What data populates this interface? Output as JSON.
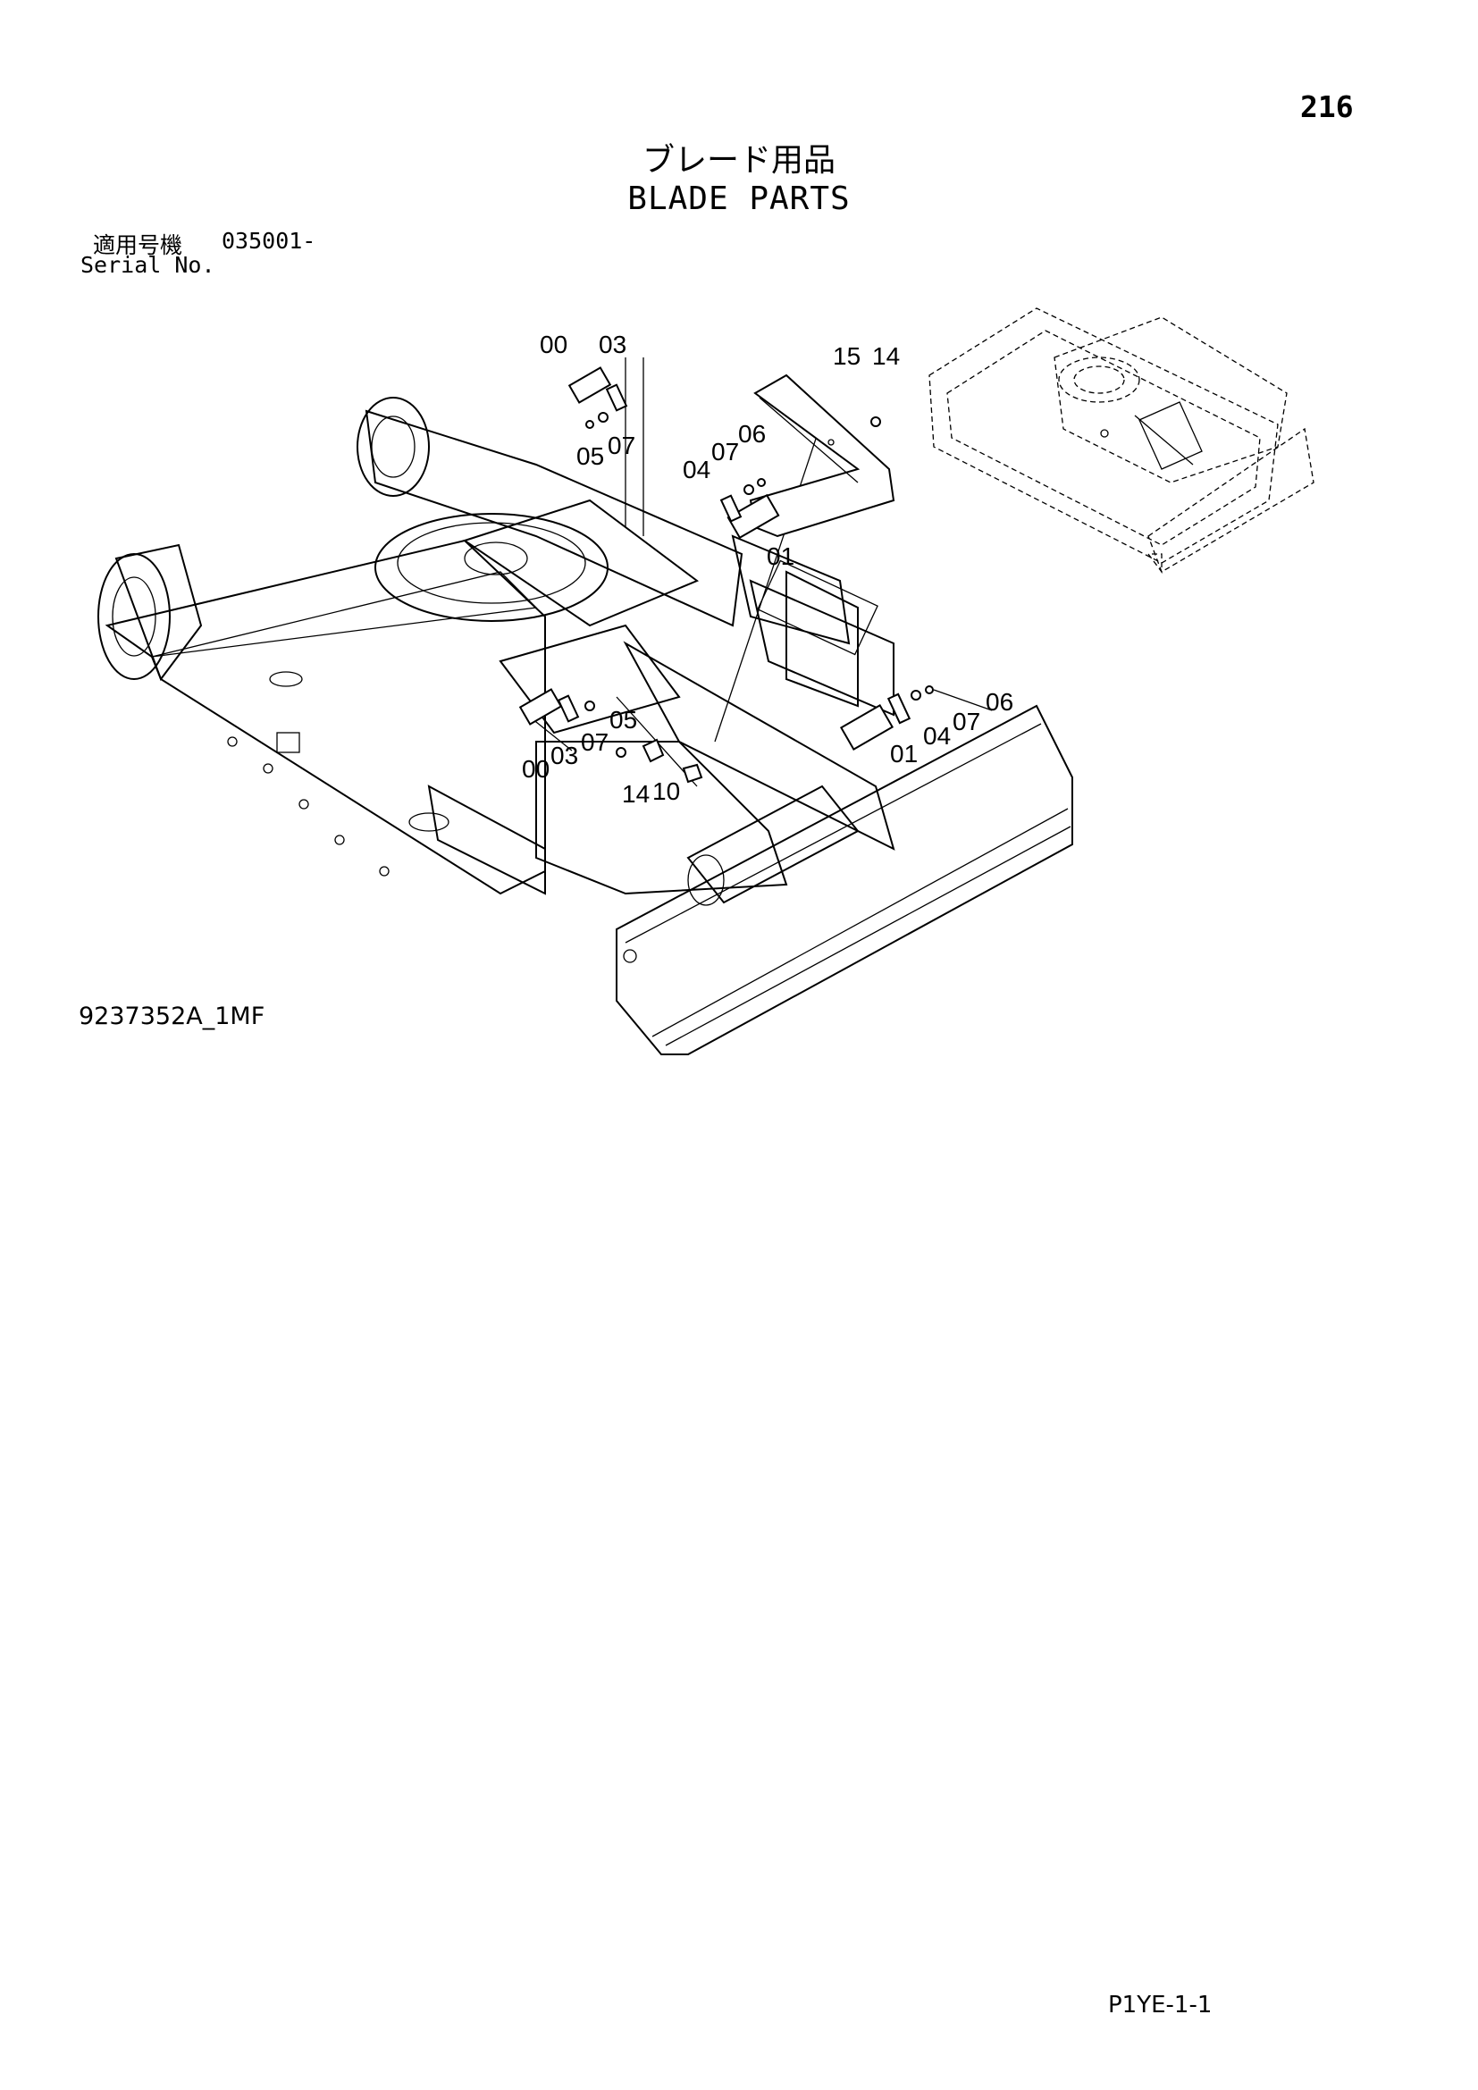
{
  "header": {
    "page_number": "216",
    "title_ja": "ブレード用品",
    "title_en": "BLADE PARTS"
  },
  "serial": {
    "label_ja": "適用号機",
    "value": "035001-",
    "label_en": "Serial No."
  },
  "callouts": {
    "top_00": "00",
    "top_03": "03",
    "top_05": "05",
    "top_07": "07",
    "top_15": "15",
    "top_14": "14",
    "mid_04": "04",
    "mid_07": "07",
    "mid_06": "06",
    "mid_01": "01",
    "right_06": "06",
    "right_07": "07",
    "right_04": "04",
    "right_01": "01",
    "low_00": "00",
    "low_03": "03",
    "low_07": "07",
    "low_05": "05",
    "low_14": "14",
    "low_10": "10"
  },
  "footer": {
    "drawing_number": "9237352A_1MF",
    "page_code": "P1YE-1-1"
  }
}
